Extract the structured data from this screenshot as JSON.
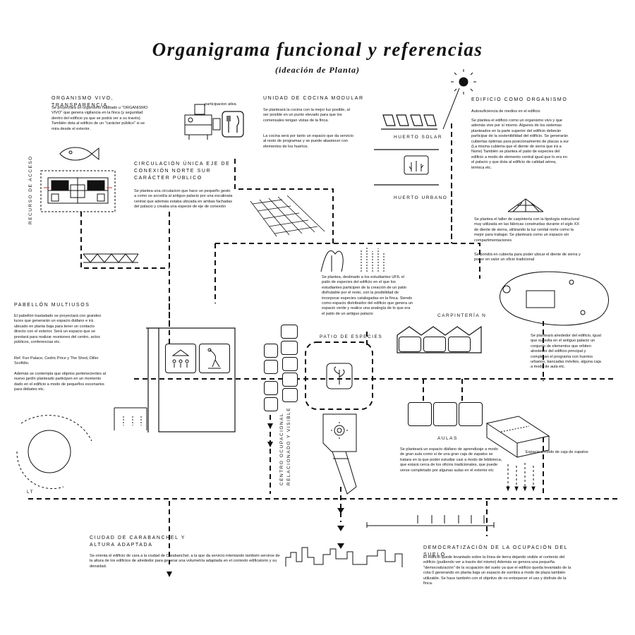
{
  "header": {
    "title": "Organigrama funcional y referencias",
    "subtitle": "(ideación de Planta)"
  },
  "blocks": {
    "organismo": {
      "heading": "ORGANISMO VIVO, TRANSPARENCIA.",
      "text": "Se proyectará un organismo habitado u \"ORGANISMO VIVO\" que genera vigilancia en la finca (y seguridad dentro del edificio ya que se podrá ver a su través). También dota al edificio de un \"carácter público\" si se mira desde el exterior."
    },
    "participacion": {
      "label": "participacion ativa"
    },
    "cocina": {
      "heading": "UNIDAD DE COCINA MODULAR",
      "text1": "Se plantearà la cocina con la mejor luz posible, al ser posible en un punto elevado para que los comensales tengan vistas de la finca.",
      "text2": "La cocina será por tanto un espacio que da servicio al resto de programas y se puede abastecer con elementos de los huertos."
    },
    "edificio": {
      "heading": "EDIFICIO COMO ORGANISMO",
      "text1": "Autosuficiencia de medios en el edificio",
      "text2": "Se plantea el edificio como un organismo vivo y que además vive por sí mismo. Algunos de los sistemas planteados en la parte superior del edificio deberán participar de la sostenibilidad del edificio. Se generarán cubiertas óptimas para posicionamiento de placas a sur (La misma cubierta que el diente de sierra que irá a Norte) También se plantea el patio de especies del edificio a modo de elemento central igual que lo era en el palacio y que dota al edificio de calidad aérea, térmica etc."
    },
    "huerto_solar": {
      "label": "HUERTO SOLAR"
    },
    "huerto_urbano": {
      "label": "HUERTO URBANO"
    },
    "recurso": {
      "label": "RECURSO DE ACCESO"
    },
    "circulacion": {
      "heading": "CIRCULACIÓN ÚNICA EJE DE CONEXIÓN NORTE SUR CARÁCTER PÚBLICO",
      "text": "Se plantea una circulacion que hace un pequeño gesto a como se accedía al antiguo palacio por una escalinata central que además estaba ubicada en ambas fachadas del palacio y creaba una especie de eje de conexión"
    },
    "carpinteria_taller": {
      "text1": "Se plantea el taller de carpintería con la tipología estructural muy utilizada en las fábricas construidas durante el siglo XX de diente de sierra, utilizando la luz cenital norte como la mejor para trabajar. Se plantearà como un espacio sin compartimentaciones",
      "text2": "Se pondrà en cubierta para poder ubicar el diente de sierra y poner en valor un oficio tradicional"
    },
    "patio_text": {
      "text": "Se plantea, destinado a los estudiantes UFIL el patio de especies del edificio en el que los estudiantes participen de la creación de un patio disfrutable por el resto, con la posibilidad de incorporar especies catalogadas en la finca. Siendo como espacio distribuidor del edificio que genera un espacio verde y realice una analogía de lo que era el patio de un antiguo palacio"
    },
    "pabellon": {
      "heading": "PABELLÓN MULTIUSOS",
      "text1": "El pabellón trasladado se proyectará con grandes luces que generarán un espacio diáfano e irá ubicado en planta baja para tener un contacto directo con el exterior. Será un espacio que se prestará para realizar reuniones del centro, actos públicos, conferencias etc.",
      "text2": "Ref. Fun Palace, Cedric Price y The Shed, Diller Scofidio.",
      "text3": "Además se contempla que objetos pertenecientes al nuevo jardín planteado participen en un momento dado en el edificio a modo de pequeños escenarios para debates etc."
    },
    "carpinteria": {
      "label": "CARPINTERÍA N"
    },
    "patio_especies": {
      "label": "PATIO DE ESPECIES"
    },
    "alrededor": {
      "text": "Se plantearà alrededor del edificio, igual que sucedía en el antiguo palacio un conjunto de elementos que orbiten alrededor del edificio principal y completan el programa con huertos urbanos, bancadas móviles, alguna caja a modo de aula etc."
    },
    "centro": {
      "label1": "CENTRO OCUPACIONAL",
      "label2": "RELACIONADO Y VISIBLE"
    },
    "aulas": {
      "heading": "AULAS",
      "text": "Se plantearà un espacio diáfano de aprendizaje a modo de gran aula como si de una gran caja de zapatos se tratara en la que poder estudiar casi a modo de biblioteca, que estará cerca de los oficios tradicionales, que puede verse completado por algunas aulas en el exterior etc",
      "caja": "Espacio a modo de caja de zapatos"
    },
    "lt": {
      "label": "LT"
    },
    "carabanchel": {
      "heading": "CIUDAD DE CARABANCHEL Y ALTURA ADAPTADA",
      "text": "Se orienta el edificio de cara a la ciudad de Carabanchel, a la que da servicio intentando también servirse de la altura de los edificios de alrededor para generar una volumetría adaptada en el contexto edificatorio y su densidad."
    },
    "democratizacion": {
      "heading": "DEMOCRATIZACIÓN DE LA OCUPACIÓN DEL SUELO",
      "text": "El edificio quede levantado sobre la línea de tierra dejando visible el contexto del edificio (pudiendo ver a través del mismo) Además se genera una pequeña \"democratización\" de la ocupación del suelo ya que el edificio queda levantado de la cota 0 generando en planta baja un espacio de sombra a modo de plaza también utilizable. Se hace también con el objetivo de no entorpecer el uso y disfrute de la finca."
    }
  },
  "icons": [
    "sun-icon",
    "fish-icon",
    "cooking-pot-icon",
    "cutlery-icon",
    "hanger-group-icon",
    "sculpture-icon",
    "plant-icon",
    "gear-icon",
    "saw-icon",
    "ladder-icon",
    "truss-icon",
    "sawtooth-roof-icon",
    "shoebox-icon",
    "skyline-icon",
    "arc-sun-icon"
  ]
}
